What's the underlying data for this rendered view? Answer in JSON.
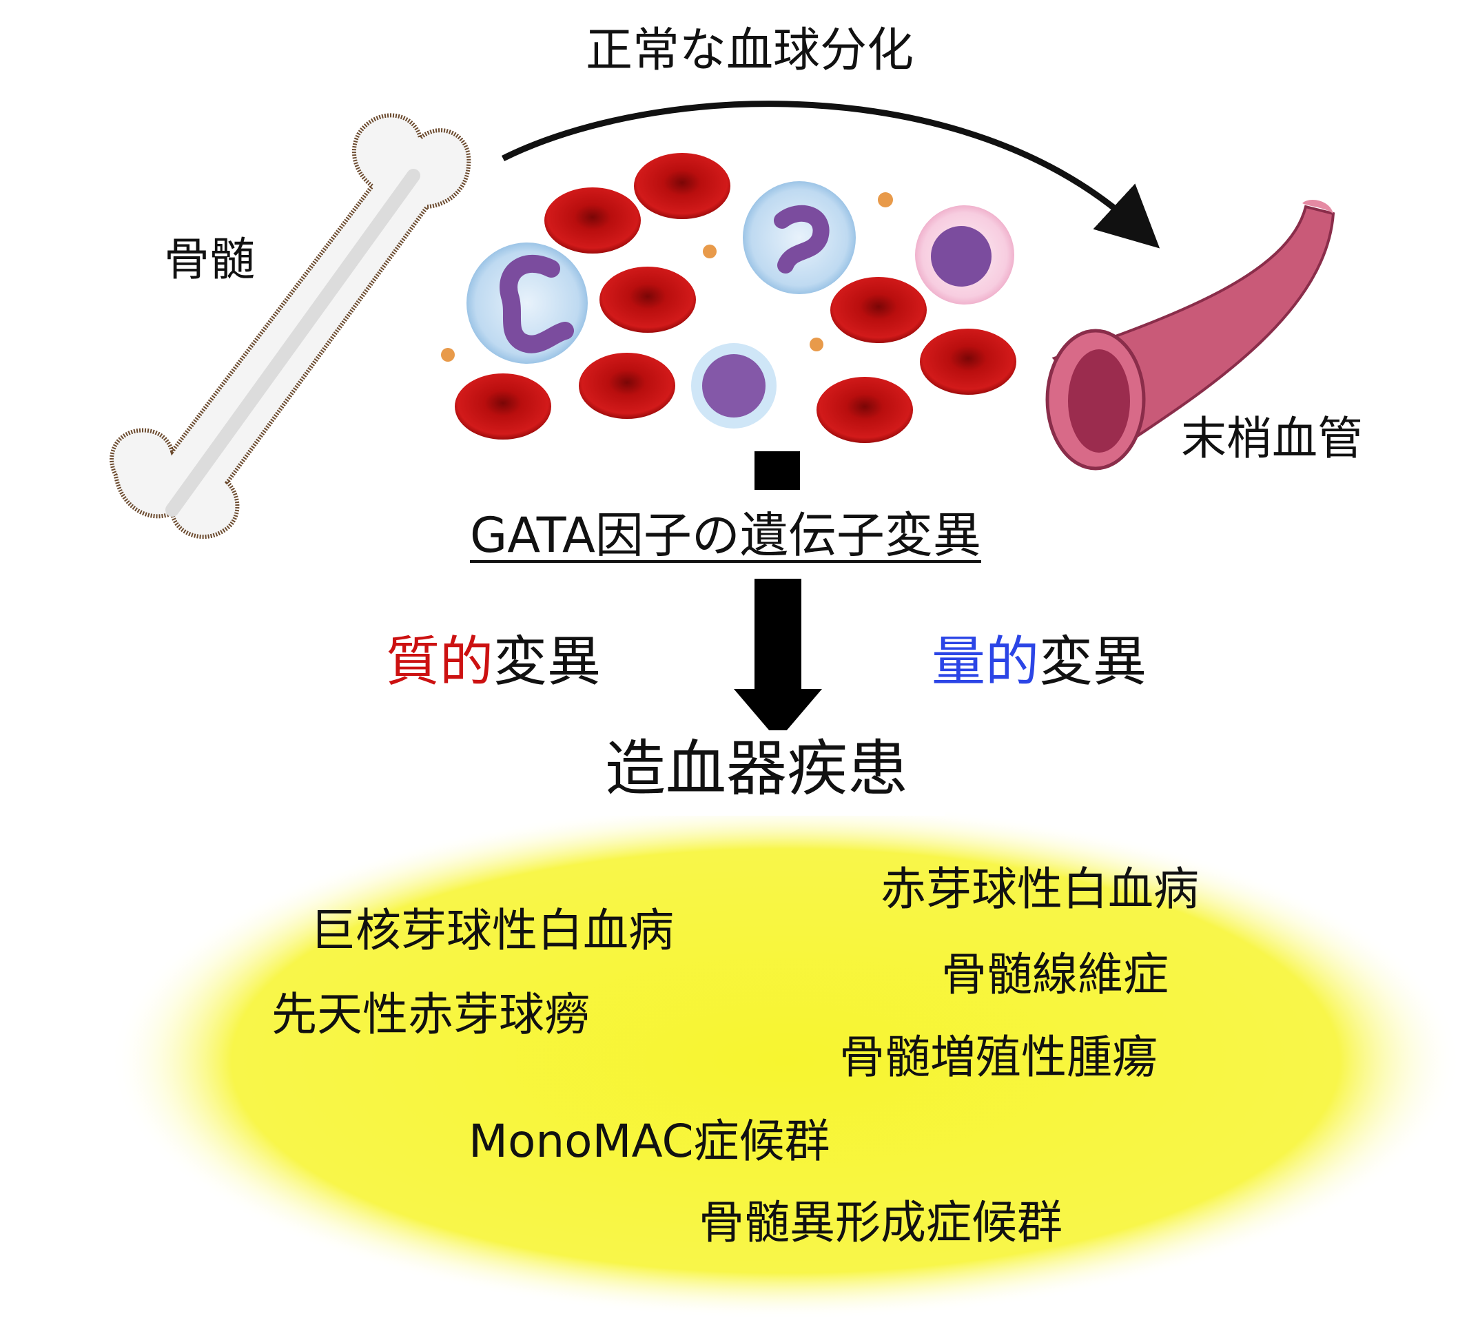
{
  "title": "正常な血球分化",
  "bone_label": "骨髄",
  "vessel_label": "末梢血管",
  "gata_label": "GATA因子の遺伝子変異",
  "qualitative": {
    "emph": "質的",
    "rest": "変異",
    "color": "#cc1111"
  },
  "quantitative": {
    "emph": "量的",
    "rest": "変異",
    "color": "#2b45e6"
  },
  "hematologic_label": "造血器疾患",
  "diseases": [
    "巨核芽球性白血病",
    "先天性赤芽球癆",
    "赤芽球性白血病",
    "骨髄線維症",
    "骨髄増殖性腫瘍",
    "MonoMAC症候群",
    "骨髄異形成症候群"
  ],
  "colors": {
    "highlight": "#f5f53a",
    "red_cell": "#c41010",
    "vessel": "#c95a78",
    "bone_outline": "#6b4a2e"
  },
  "icons": [
    "bone-icon",
    "red-blood-cell-icon",
    "neutrophil-icon",
    "lymphocyte-icon",
    "monocyte-icon",
    "platelet-icon",
    "blood-vessel-icon"
  ]
}
